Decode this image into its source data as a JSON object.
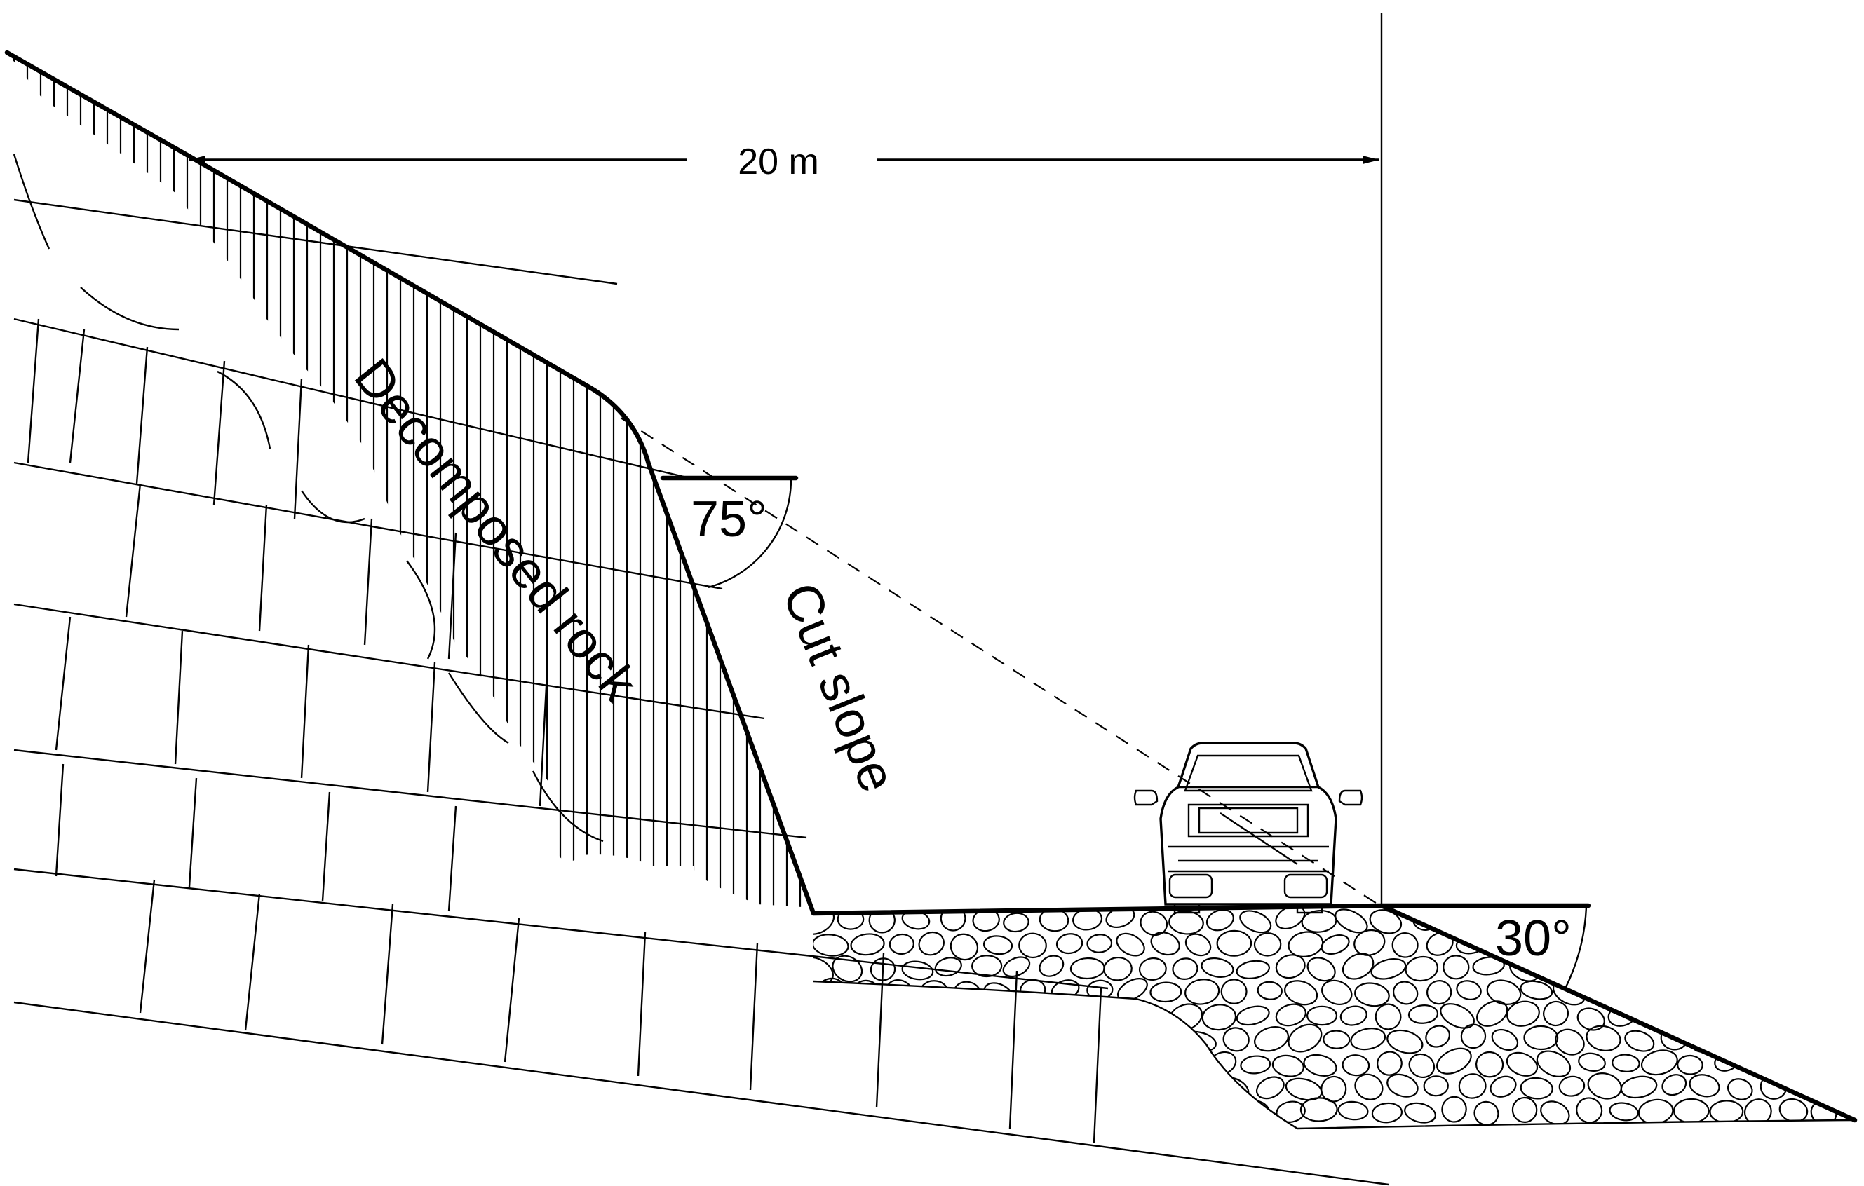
{
  "labels": {
    "dimension": "20 m",
    "decomposed_rock": "Decomposed rock",
    "cut_slope": "Cut slope",
    "angle_cut": "75°",
    "angle_fill": "30°"
  },
  "icons": {
    "vehicle": "car-icon"
  }
}
